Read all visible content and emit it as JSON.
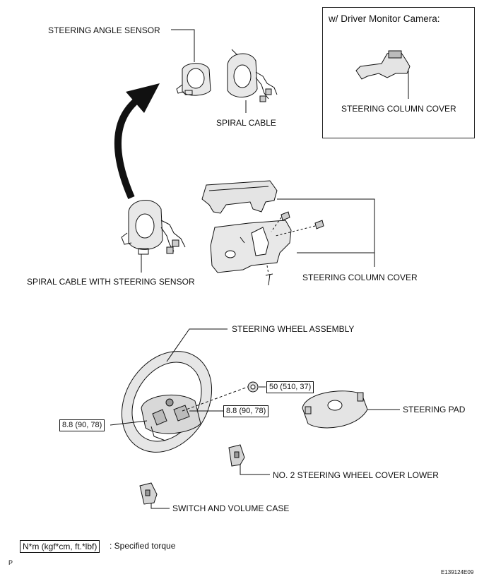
{
  "labels": {
    "steering_angle_sensor": "STEERING ANGLE SENSOR",
    "spiral_cable": "SPIRAL CABLE",
    "spiral_cable_with_sensor": "SPIRAL CABLE WITH STEERING SENSOR",
    "steering_column_cover": "STEERING COLUMN COVER",
    "steering_wheel_assembly": "STEERING WHEEL ASSEMBLY",
    "steering_pad": "STEERING PAD",
    "no2_cover_lower": "NO. 2 STEERING WHEEL COVER LOWER",
    "switch_volume_case": "SWITCH AND VOLUME CASE"
  },
  "inset": {
    "title": "w/ Driver Monitor Camera:",
    "label": "STEERING COLUMN COVER"
  },
  "torque": {
    "nut": "50 (510, 37)",
    "screw_right": "8.8 (90, 78)",
    "screw_left": "8.8 (90, 78)"
  },
  "legend": {
    "box": "N*m (kgf*cm, ft.*lbf)",
    "text": ": Specified torque"
  },
  "corner": {
    "left": "P",
    "code": "E139124E09"
  }
}
